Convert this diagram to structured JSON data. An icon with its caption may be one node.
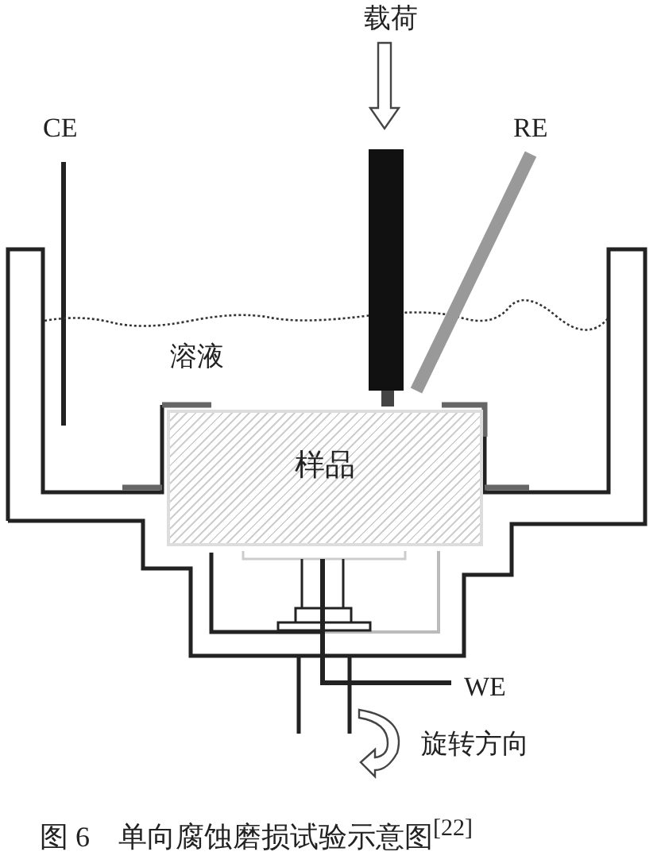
{
  "diagram": {
    "caption": "图 6　单向腐蚀磨损试验示意图$^{[22]}$",
    "nodes": [
      {
        "text": [
          "样品"
        ]
      }
    ],
    "labels": [
      "载荷",
      "CE",
      "RE",
      "溶液",
      "WE",
      "旋转方向"
    ]
  }
}
